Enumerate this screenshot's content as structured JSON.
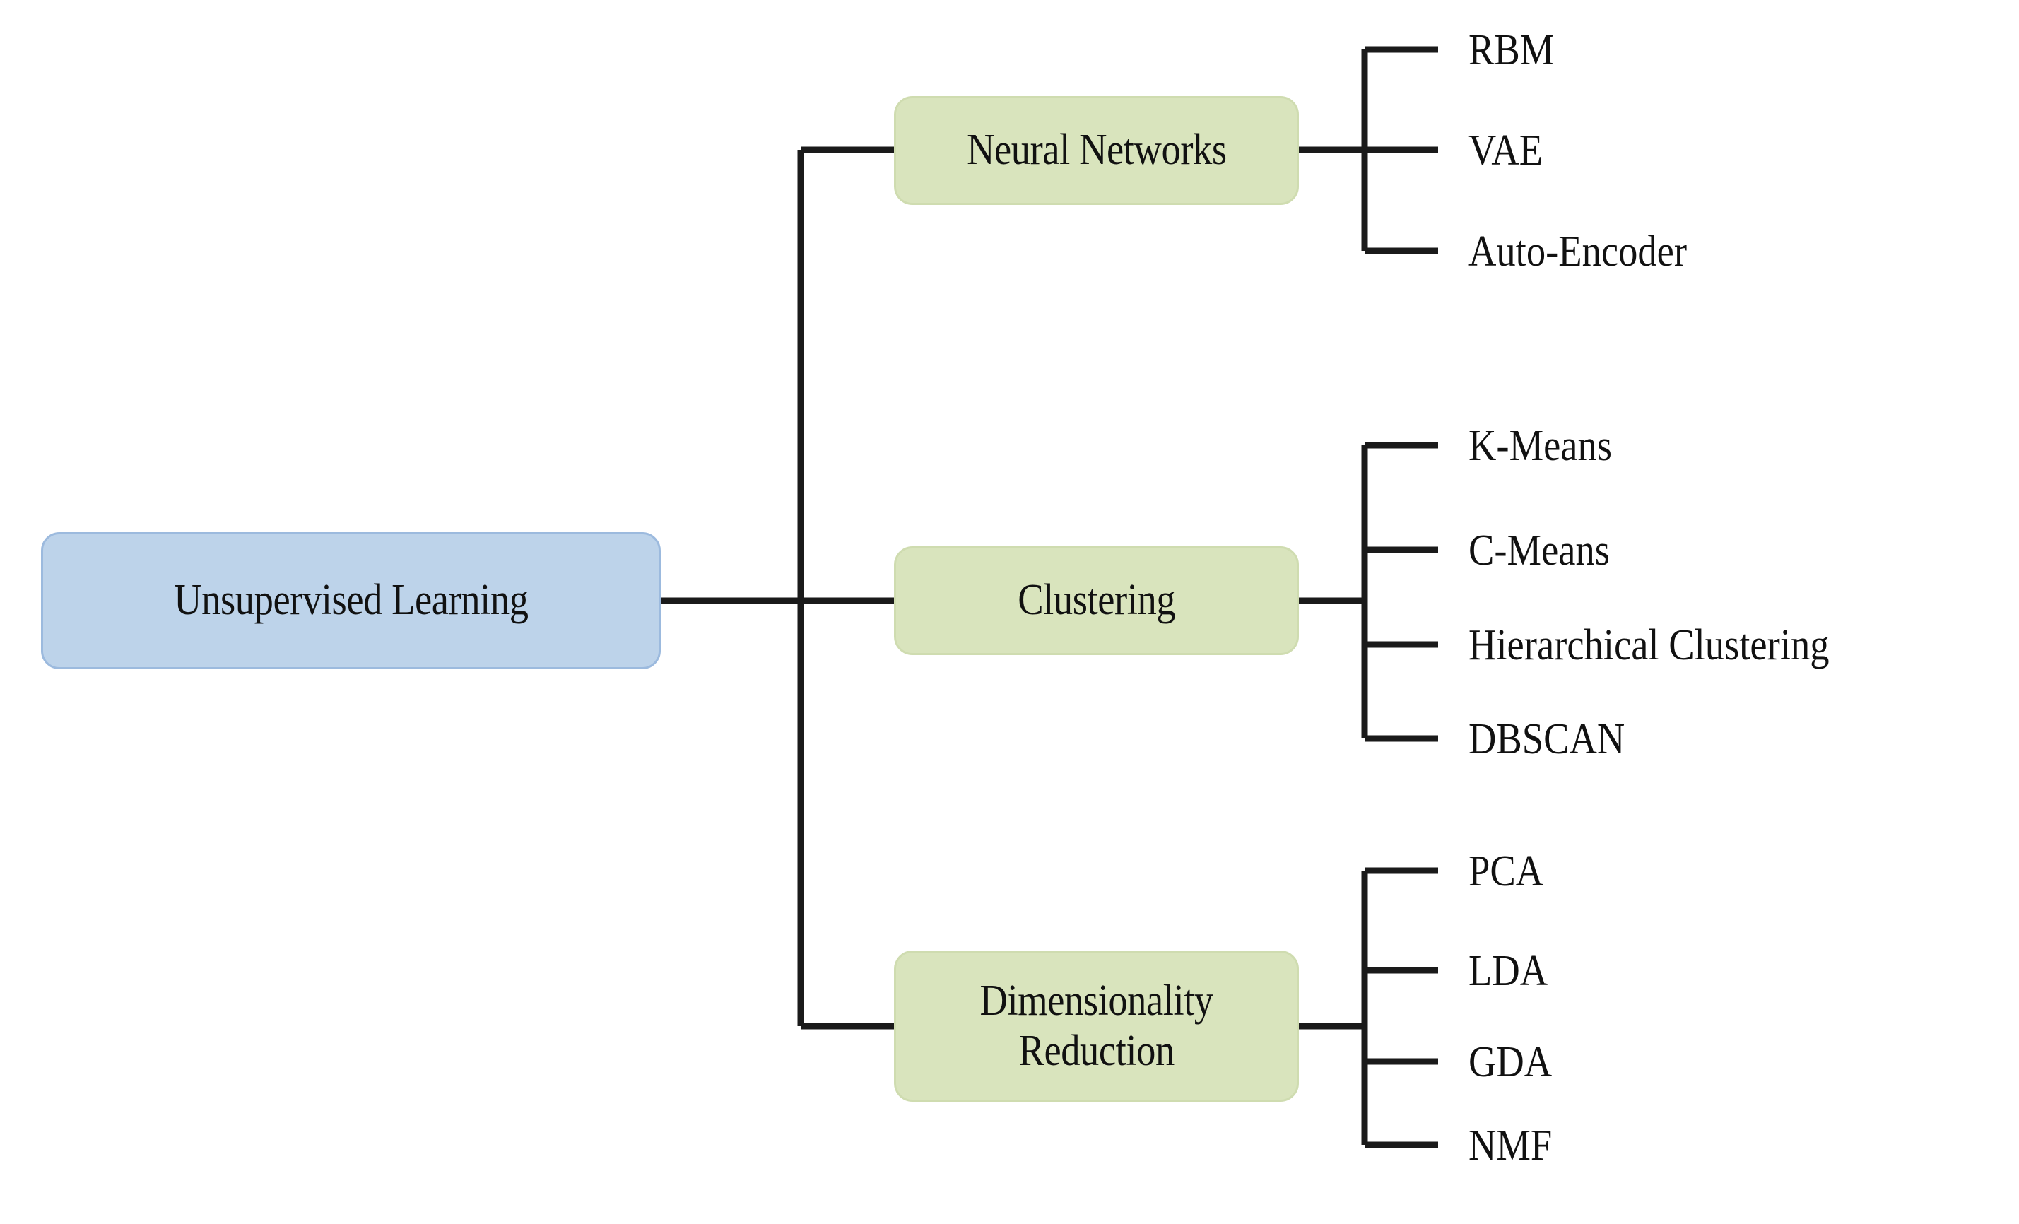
{
  "diagram": {
    "type": "tree",
    "title": "Unsupervised Learning taxonomy",
    "colors": {
      "root_fill": "#bdd3ea",
      "root_stroke": "#9cbade",
      "category_fill": "#d9e4bd",
      "category_stroke": "#cfdcb0",
      "connector": "#1a1a1a",
      "text": "#111111",
      "background": "#ffffff"
    },
    "root": {
      "label": "Unsupervised Learning"
    },
    "branches": [
      {
        "label": "Neural Networks",
        "leaves": [
          {
            "label": "RBM"
          },
          {
            "label": "VAE"
          },
          {
            "label": "Auto-Encoder"
          }
        ]
      },
      {
        "label": "Clustering",
        "leaves": [
          {
            "label": "K-Means"
          },
          {
            "label": "C-Means"
          },
          {
            "label": "Hierarchical Clustering"
          },
          {
            "label": "DBSCAN"
          }
        ]
      },
      {
        "label": "Dimensionality Reduction",
        "label_line1": "Dimensionality",
        "label_line2": "Reduction",
        "leaves": [
          {
            "label": "PCA"
          },
          {
            "label": "LDA"
          },
          {
            "label": "GDA"
          },
          {
            "label": "NMF"
          }
        ]
      }
    ]
  }
}
